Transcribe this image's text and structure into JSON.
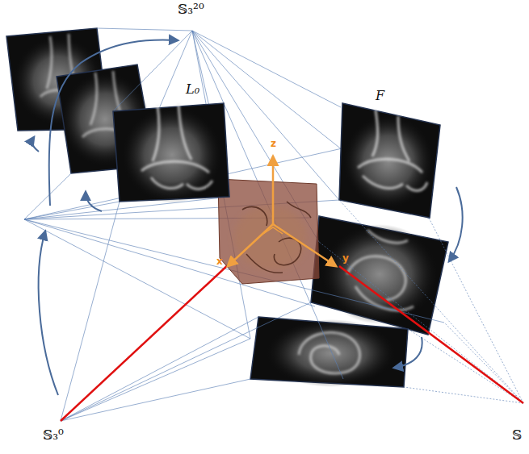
{
  "diagram": {
    "nodes": [
      {
        "text": [
          "L₀"
        ]
      },
      {
        "text": [
          "F"
        ]
      }
    ],
    "labels": [
      "𝕊₃²⁰",
      "z",
      "x",
      "y",
      "𝕊₃⁰",
      "𝕊"
    ]
  }
}
